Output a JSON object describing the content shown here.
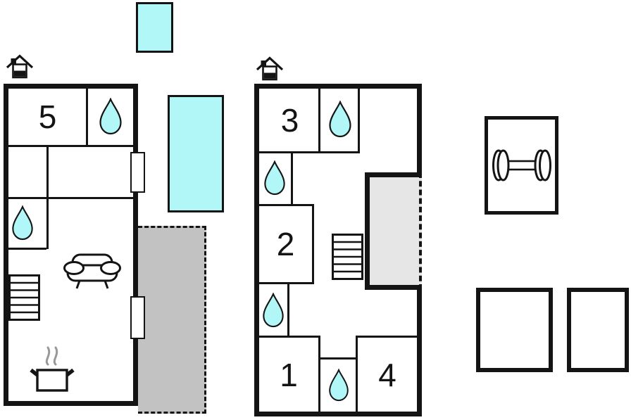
{
  "plan": {
    "kind": "vacation-home-floorplan",
    "rooms": {
      "bedroom5": "5",
      "bedroom3": "3",
      "bedroom2": "2",
      "bedroom1": "1",
      "bedroom4": "4"
    },
    "colors": {
      "water_feature": "#b2f7f7",
      "terrace_fill": "#c2c2c2",
      "balcony_fill": "#e6e6e6",
      "wall": "#141414",
      "steam": "#999999"
    },
    "icons": {
      "entrance": "house-entrance-icon",
      "bathroom": "water-drop-icon",
      "staircase": "stairs-icon",
      "lounge": "sofa-icon",
      "kitchen": "cooking-pot-icon",
      "fitness": "dumbbell-icon"
    }
  }
}
